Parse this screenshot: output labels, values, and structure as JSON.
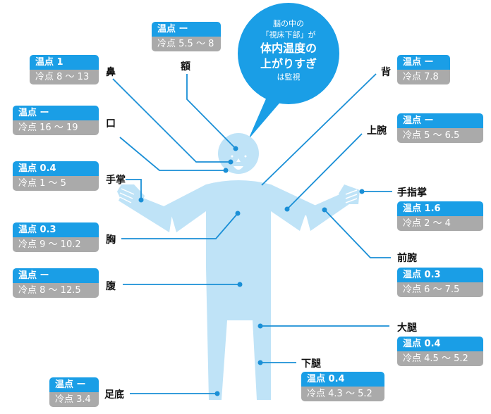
{
  "colors": {
    "accent_blue": "#1a9ee6",
    "cold_gray": "#aaaaaa",
    "body_light_blue": "#bfe3f7",
    "line_blue": "#1a8fd6"
  },
  "bubble": {
    "line1": "脳の中の",
    "line2": "「視床下部」が",
    "line3": "体内温度の",
    "line4": "上がりすぎ",
    "line5": "は監視"
  },
  "parts": [
    {
      "id": "forehead",
      "label": "額",
      "warm": "温点 ー",
      "cold": "冷点 5.5 〜 8"
    },
    {
      "id": "nose",
      "label": "鼻",
      "warm": "温点 1",
      "cold": "冷点 8 〜 13"
    },
    {
      "id": "mouth",
      "label": "口",
      "warm": "温点 ー",
      "cold": "冷点 16 〜 19"
    },
    {
      "id": "palm",
      "label": "手掌",
      "warm": "温点 0.4",
      "cold": "冷点 1 〜 5"
    },
    {
      "id": "chest",
      "label": "胸",
      "warm": "温点 0.3",
      "cold": "冷点 9 〜 10.2"
    },
    {
      "id": "abdomen",
      "label": "腹",
      "warm": "温点 ー",
      "cold": "冷点 8 〜 12.5"
    },
    {
      "id": "sole",
      "label": "足底",
      "warm": "温点 ー",
      "cold": "冷点 3.4"
    },
    {
      "id": "back",
      "label": "背",
      "warm": "温点 ー",
      "cold": "冷点 7.8"
    },
    {
      "id": "upper-arm",
      "label": "上腕",
      "warm": "温点 ー",
      "cold": "冷点 5 〜 6.5"
    },
    {
      "id": "back-of-hand",
      "label": "手指掌",
      "warm": "温点 1.6",
      "cold": "冷点 2 〜 4"
    },
    {
      "id": "forearm",
      "label": "前腕",
      "warm": "温点 0.3",
      "cold": "冷点 6 〜 7.5"
    },
    {
      "id": "thigh",
      "label": "大腿",
      "warm": "温点 0.4",
      "cold": "冷点 4.5 〜 5.2"
    },
    {
      "id": "lower-leg",
      "label": "下腿",
      "warm": "温点 0.4",
      "cold": "冷点 4.3 〜 5.2"
    }
  ]
}
